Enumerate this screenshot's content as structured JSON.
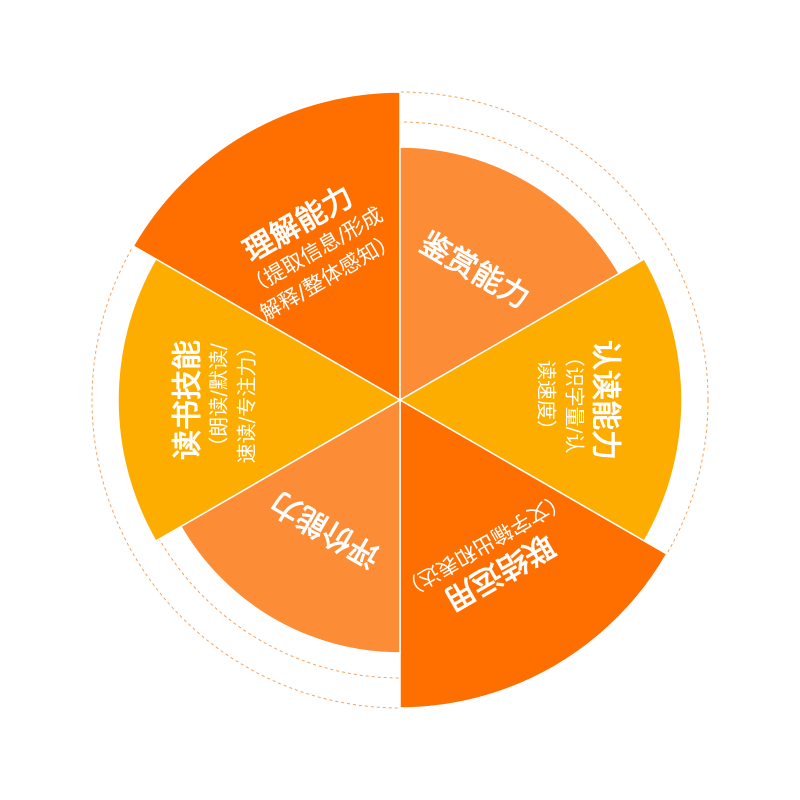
{
  "colors": {
    "dark_orange": "#FF6F00",
    "light_orange": "#FC8C35",
    "amber": "#FDAC00",
    "dashed_ring": "#F4A35E",
    "text": "#FFFFFF"
  },
  "segments": [
    {
      "id": "understanding",
      "title": "理解能力",
      "subtitle_lines": [
        "（提取信息/形成",
        "解释/整体感知）"
      ],
      "color": "dark_orange"
    },
    {
      "id": "appreciation",
      "title": "鉴赏能力",
      "subtitle_lines": [],
      "color": "light_orange"
    },
    {
      "id": "literacy",
      "title": "认读能力",
      "subtitle_lines": [
        "（识字量/认",
        "读速度）"
      ],
      "color": "amber"
    },
    {
      "id": "application",
      "title": "联结运用",
      "subtitle_lines": [
        "（文字输出和表达）"
      ],
      "color": "dark_orange"
    },
    {
      "id": "evaluation",
      "title": "评价能力",
      "subtitle_lines": [],
      "color": "light_orange"
    },
    {
      "id": "reading_skills",
      "title": "读书技能",
      "subtitle_lines": [
        "（朗读/默读/",
        "速读/专注力）"
      ],
      "color": "amber"
    }
  ]
}
